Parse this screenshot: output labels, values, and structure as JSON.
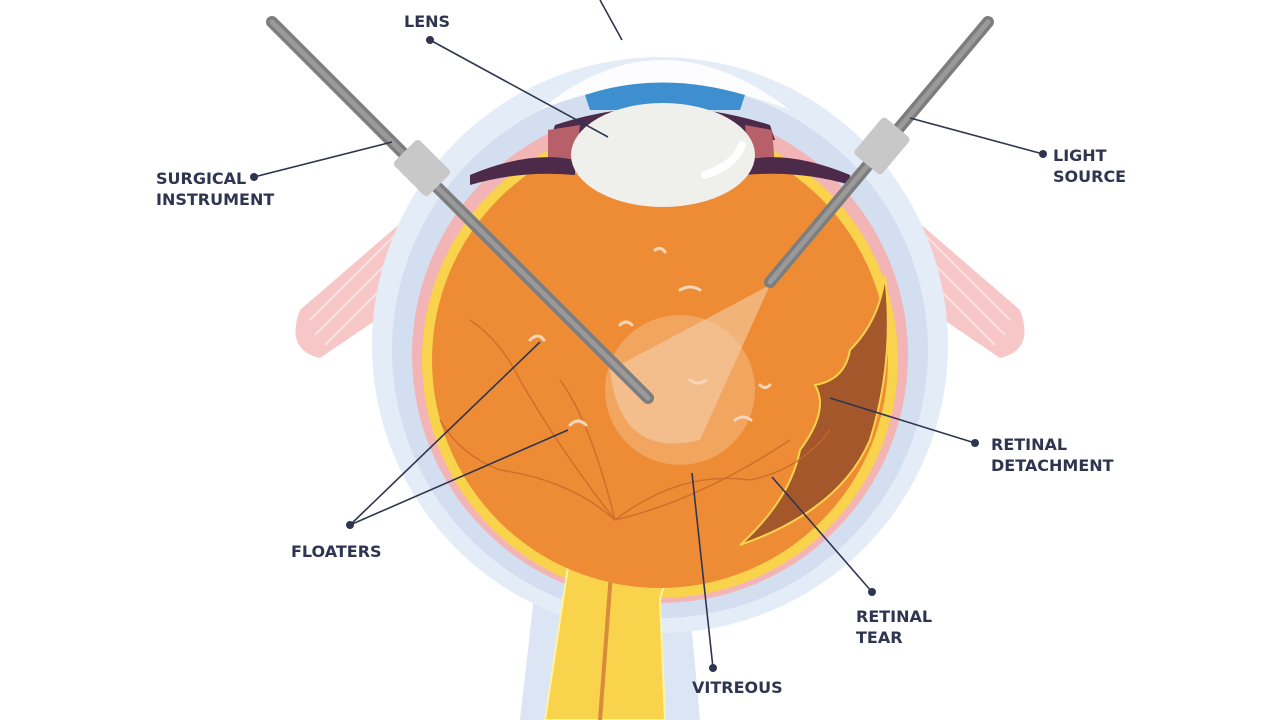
{
  "labels": {
    "lens": "LENS",
    "surgical_instrument": [
      "SURGICAL",
      "INSTRUMENT"
    ],
    "light_source": [
      "LIGHT",
      "SOURCE"
    ],
    "retinal_detachment": [
      "RETINAL",
      "DETACHMENT"
    ],
    "floaters": "FLOATERS",
    "retinal_tear": [
      "RETINAL",
      "TEAR"
    ],
    "vitreous": "VITREOUS"
  },
  "colors": {
    "label": "#2f3550",
    "sclera": "#dbe5f3",
    "choroid": "#f2b4b4",
    "retina": "#f9d34c",
    "vitreous": "#ee8c35",
    "detachment": "#a4572a",
    "instrument": "#8a8a8a",
    "iris": "#3d8fcf"
  }
}
